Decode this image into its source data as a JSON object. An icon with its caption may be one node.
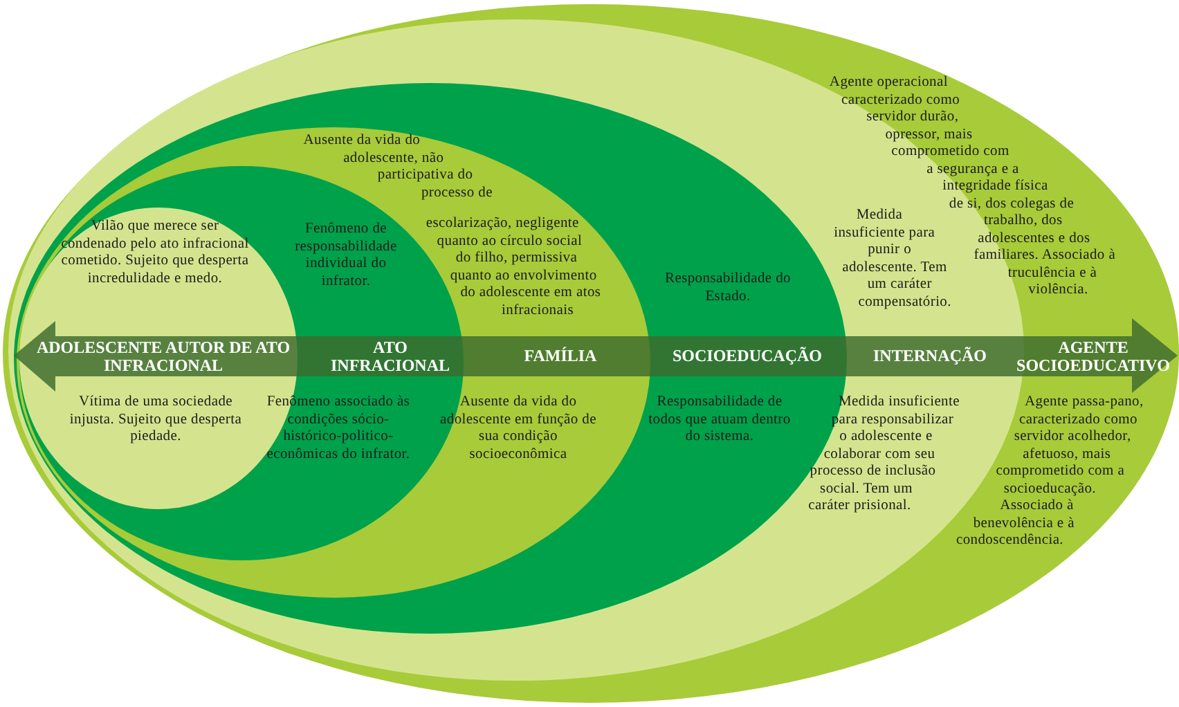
{
  "diagram": {
    "nodes": [
      {
        "text": [
          "Agente operacional caracterizado como servidor durão, opressor, mais comprometido com a segurança e a integridade física de si, dos colegas de trabalho, dos adolescentes e dos familiares. Associado à truculência e à violência.",
          "AGENTE SOCIOEDUCATIVO",
          "Agente passa-pano, caracterizado como servidor acolhedor, afetuoso, mais comprometido com a socioeducação. Associado à benevolência e à condoscendência."
        ]
      },
      {
        "text": [
          "Medida insuficiente para punir o adolescente. Tem um caráter compensatório.",
          "INTERNAÇÃO",
          "Medida insuficiente para responsabilizar o adolescente e colaborar com seu processo de inclusão social. Tem um caráter prisional."
        ],
        "in": 0
      },
      {
        "text": [
          "Responsabilidade do Estado.",
          "SOCIOEDUCAÇÃO",
          "Responsabilidade de todos que atuam dentro do sistema."
        ],
        "in": 1
      },
      {
        "text": [
          "Ausente da vida do adolescente, não participativa do processo de escolarização, negligente quanto ao círculo social do filho, permissiva quanto ao envolvimento do adolescente em atos infracionais",
          "FAMÍLIA",
          "Ausente da vida do adolescente em função de sua condição socioeconômica"
        ],
        "in": 2
      },
      {
        "text": [
          "Fenômeno de responsabilidade individual do infrator.",
          "ATO INFRACIONAL",
          "Fenômeno associado às condições sócio-histórico-politico-econômicas do infrator."
        ],
        "in": 3
      },
      {
        "text": [
          "Vilão que merece ser condenado pelo ato infracional cometido. Sujeito que desperta incredulidade e medo.",
          "ADOLESCENTE AUTOR DE ATO INFRACIONAL",
          "Vítima de uma sociedade injusta. Sujeito que desperta piedade."
        ],
        "in": 4
      }
    ]
  }
}
